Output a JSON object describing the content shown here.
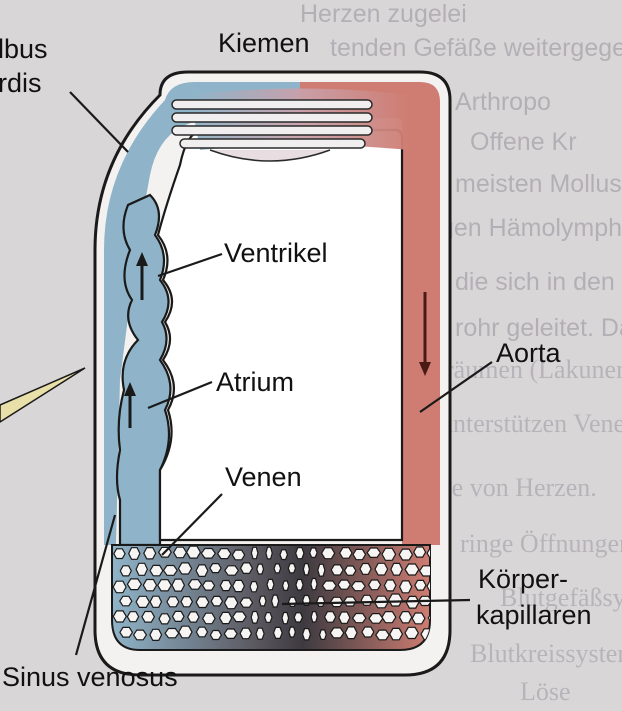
{
  "labels": {
    "bulbus_line1": "lbus",
    "bulbus_line2": "rdis",
    "kiemen": "Kiemen",
    "ventrikel": "Ventrikel",
    "atrium": "Atrium",
    "aorta": "Aorta",
    "venen": "Venen",
    "koerper_line1": "Körper-",
    "koerper_line2": "kapillaren",
    "sinus": "Sinus venosus"
  },
  "colors": {
    "background": "#d9d6d8",
    "venous_blue": "#8fb4c9",
    "arterial_red": "#cf7d72",
    "outline": "#1a1a1a",
    "inner_space": "#ffffff"
  }
}
